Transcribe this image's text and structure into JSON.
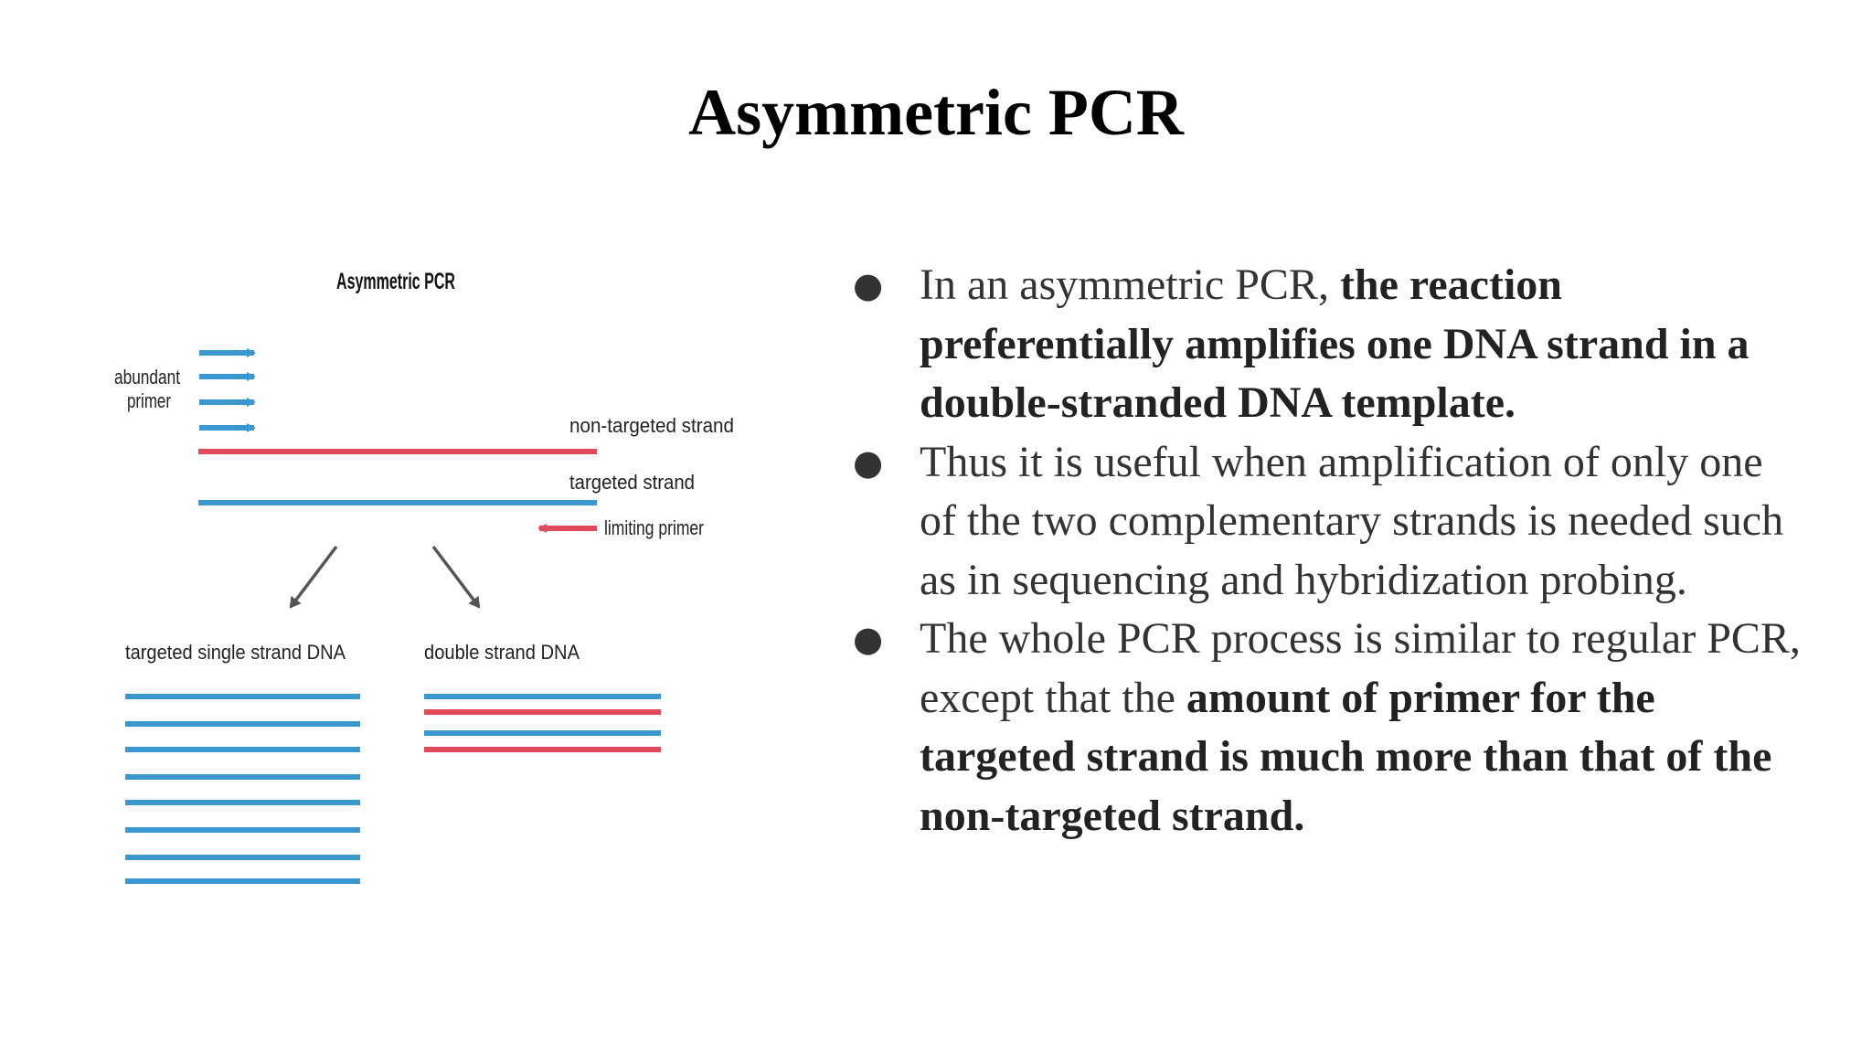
{
  "slide": {
    "title": "Asymmetric PCR"
  },
  "figure": {
    "title": "Asymmetric PCR",
    "labels": {
      "abundant_primer_line1": "abundant",
      "abundant_primer_line2": "primer",
      "non_targeted_strand": "non-targeted strand",
      "targeted_strand": "targeted strand",
      "limiting_primer": "limiting primer",
      "targeted_single_strand_dna": "targeted single strand DNA",
      "double_strand_dna": "double strand DNA"
    },
    "colors": {
      "blue_strand": "#3b97cf",
      "red_strand": "#e04a5a",
      "arrow_gray": "#555555"
    },
    "abundant_primer_count": 4,
    "single_strand_copies": 8,
    "double_strand_pairs": 2
  },
  "bullets": [
    {
      "parts": [
        {
          "text": "In an asymmetric PCR, ",
          "bold": false
        },
        {
          "text": "the reaction preferentially amplifies one DNA strand in a double-stranded DNA template.",
          "bold": true
        }
      ]
    },
    {
      "parts": [
        {
          "text": "Thus it is useful when amplification of only one of the two complementary strands is needed such as in sequencing and hybridization probing.",
          "bold": false
        }
      ]
    },
    {
      "parts": [
        {
          "text": "The whole PCR process is similar to regular PCR, except that the ",
          "bold": false
        },
        {
          "text": "amount of primer for the targeted strand is much more than that of the non-targeted strand.",
          "bold": true
        }
      ]
    }
  ]
}
